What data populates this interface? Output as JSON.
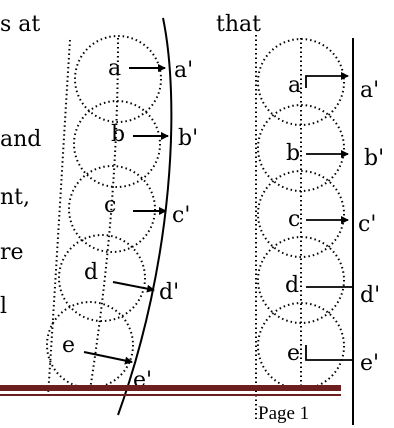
{
  "text_fragments": [
    "s at",
    "and",
    "nt,",
    "re",
    "l"
  ],
  "top_right_word": "that",
  "left_figure": {
    "labels": [
      "a",
      "b",
      "c",
      "d",
      "e"
    ],
    "primed_labels": [
      "a'",
      "b'",
      "c'",
      "d'",
      "e'"
    ]
  },
  "right_figure": {
    "labels": [
      "a",
      "b",
      "c",
      "d",
      "e"
    ],
    "primed_labels": [
      "a'",
      "b'",
      "c'",
      "d'",
      "e'"
    ]
  },
  "footer": {
    "page_label": "Page 1"
  },
  "colors": {
    "rule": "#6b1f1f",
    "ink": "#000000"
  }
}
